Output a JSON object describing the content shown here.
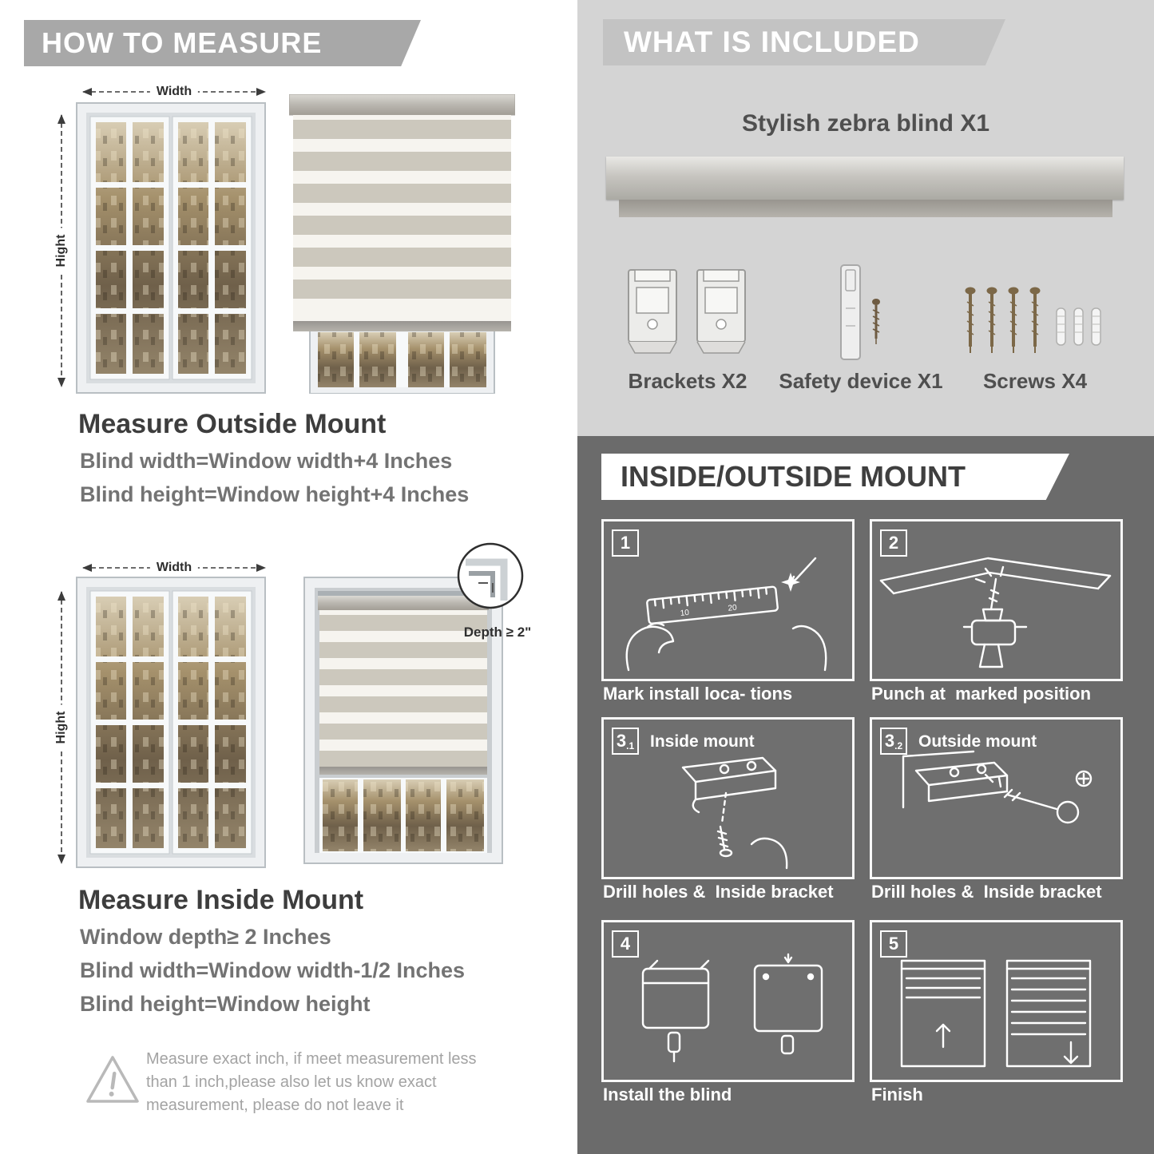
{
  "colors": {
    "left_header_bg": "#a8a8a8",
    "included_bg": "#d4d4d4",
    "included_header_bg": "#c3c3c3",
    "dark_section_bg": "#6b6b6b",
    "title_dark": "#3d3d3d",
    "formula_gray": "#737373"
  },
  "how_to_measure": {
    "header": "HOW TO MEASURE",
    "outside_mount": {
      "width_label": "Width",
      "height_label": "Hight",
      "title": "Measure Outside Mount",
      "formula1": "Blind width=Window width+4 Inches",
      "formula2": "Blind height=Window height+4 Inches"
    },
    "inside_mount": {
      "width_label": "Width",
      "height_label": "Hight",
      "depth_label": "Depth ≥ 2\"",
      "title": "Measure Inside Mount",
      "formula1": "Window depth≥ 2 Inches",
      "formula2": "Blind width=Window width-1/2 Inches",
      "formula3": "Blind height=Window height"
    },
    "warning": {
      "line1": "Measure exact inch, if meet measurement less",
      "line2": "than 1 inch,please also let us know exact",
      "line3": "measurement, please do not leave it"
    }
  },
  "what_is_included": {
    "header": "WHAT IS INCLUDED",
    "blind_label": "Stylish zebra blind X1",
    "items": [
      {
        "label": "Brackets X2"
      },
      {
        "label": "Safety device X1"
      },
      {
        "label": "Screws X4"
      }
    ]
  },
  "mount_guide": {
    "header": "INSIDE/OUTSIDE MOUNT",
    "steps": [
      {
        "number": "1",
        "caption": "Mark install loca- tions",
        "ruler_marks": [
          "10",
          "20"
        ]
      },
      {
        "number": "2",
        "caption": "Punch at  marked position"
      },
      {
        "number": "3",
        "sub": ".1",
        "title": "Inside mount",
        "caption": "Drill holes &  Inside bracket"
      },
      {
        "number": "3",
        "sub": ".2",
        "title": "Outside mount",
        "caption": "Drill holes &  Inside bracket"
      },
      {
        "number": "4",
        "caption": "Install the blind"
      },
      {
        "number": "5",
        "caption": "Finish"
      }
    ]
  }
}
